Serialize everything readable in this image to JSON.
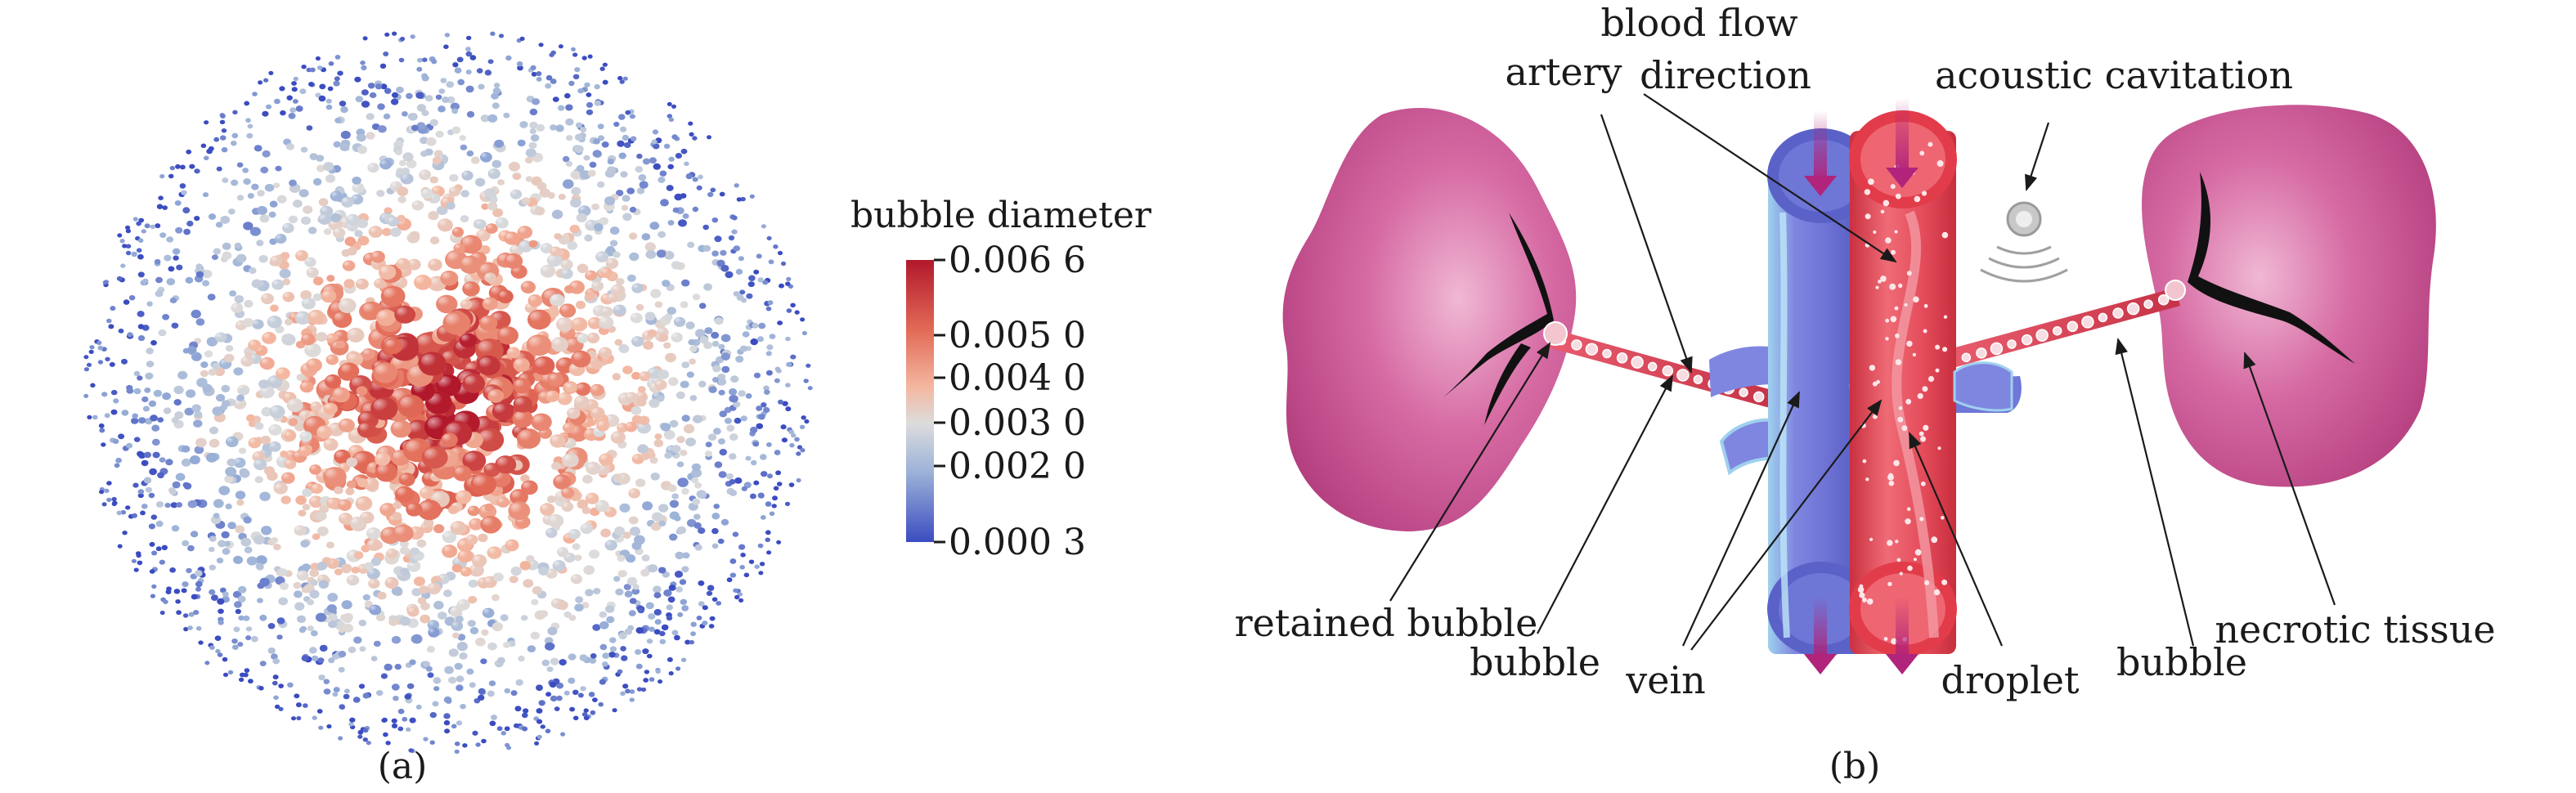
{
  "panel_a": {
    "caption": "(a)",
    "colorbar": {
      "title": "bubble diameter",
      "ticks": [
        "0.006 6",
        "0.005 0",
        "0.004 0",
        "0.003 0",
        "0.002 0",
        "0.000 3"
      ],
      "colors": [
        "#b2182b",
        "#e26b57",
        "#f4b7a0",
        "#dcdcdc",
        "#9db3d8",
        "#3b4cc0"
      ],
      "min": 0.0003,
      "max": 0.0066
    },
    "cloud": {
      "shape": "sphere",
      "bubble_color_map": "coolwarm"
    }
  },
  "panel_b": {
    "caption": "(b)",
    "labels": {
      "blood_flow_line1": "blood flow",
      "blood_flow_line2": "direction",
      "artery": "artery",
      "acoustic_cavitation": "acoustic cavitation",
      "retained_bubble": "retained bubble",
      "bubble_left": "bubble",
      "vein": "vein",
      "droplet": "droplet",
      "bubble_right": "bubble",
      "necrotic_tissue": "necrotic tissue"
    },
    "colors": {
      "tissue": "#c94d8e",
      "vein": "#6b72d6",
      "artery": "#e44b5a",
      "arrow": "#b0247b"
    }
  }
}
